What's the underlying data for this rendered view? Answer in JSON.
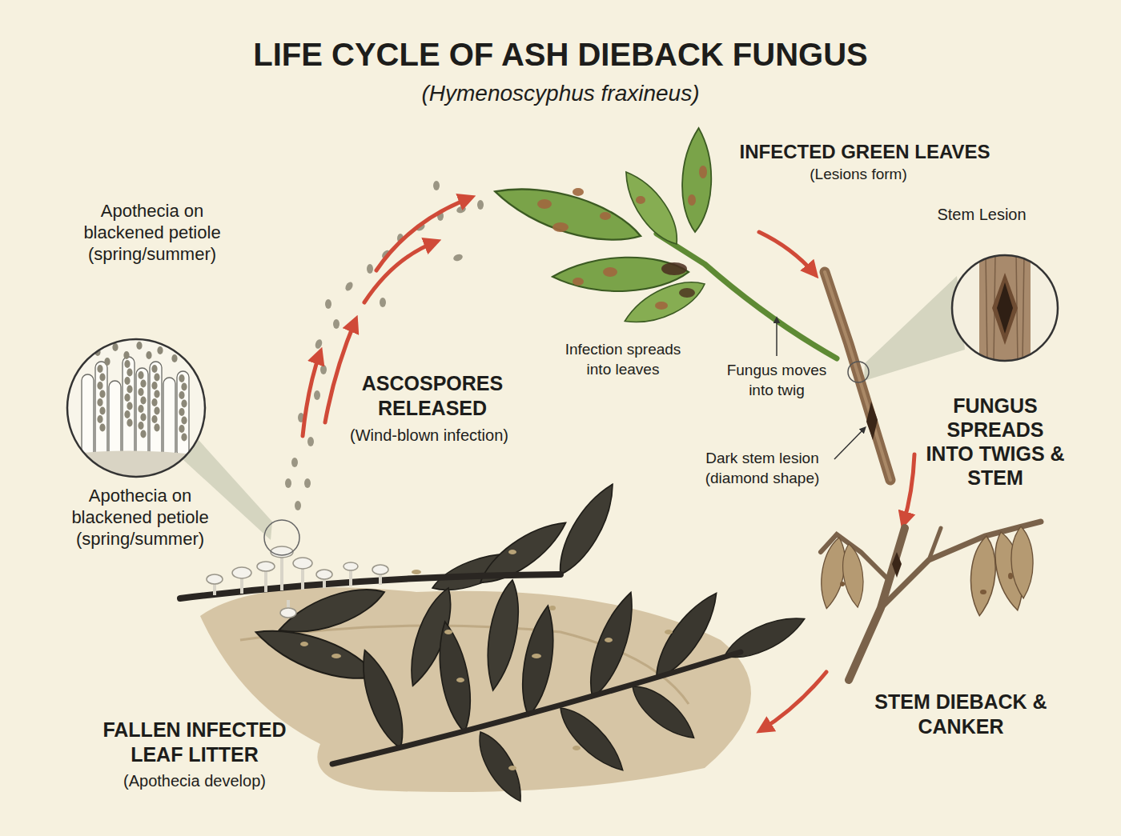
{
  "diagram": {
    "title": "LIFE CYCLE OF ASH DIEBACK FUNGUS",
    "nodes": [
      {
        "text": [
          "Apothecia on blackened petiole (spring/summer)",
          "Apothecia on blackened petiole (spring/summer)"
        ]
      },
      {
        "text": [
          "Stem Lesion"
        ]
      }
    ],
    "labels": [
      "(Hymenoscyphus fraxineus)",
      "ASCOSPORES RELEASED",
      "(Wind-blown infection)",
      "INFECTED GREEN LEAVES",
      "(Lesions form)",
      "Infection spreads into leaves",
      "Fungus moves into twig",
      "Dark stem lesion (diamond shape)",
      "FUNGUS SPREADS INTO TWIGS & STEM",
      "STEM DIEBACK & CANKER",
      "FALLEN INFECTED LEAF LITTER",
      "(Apothecia develop)"
    ]
  }
}
